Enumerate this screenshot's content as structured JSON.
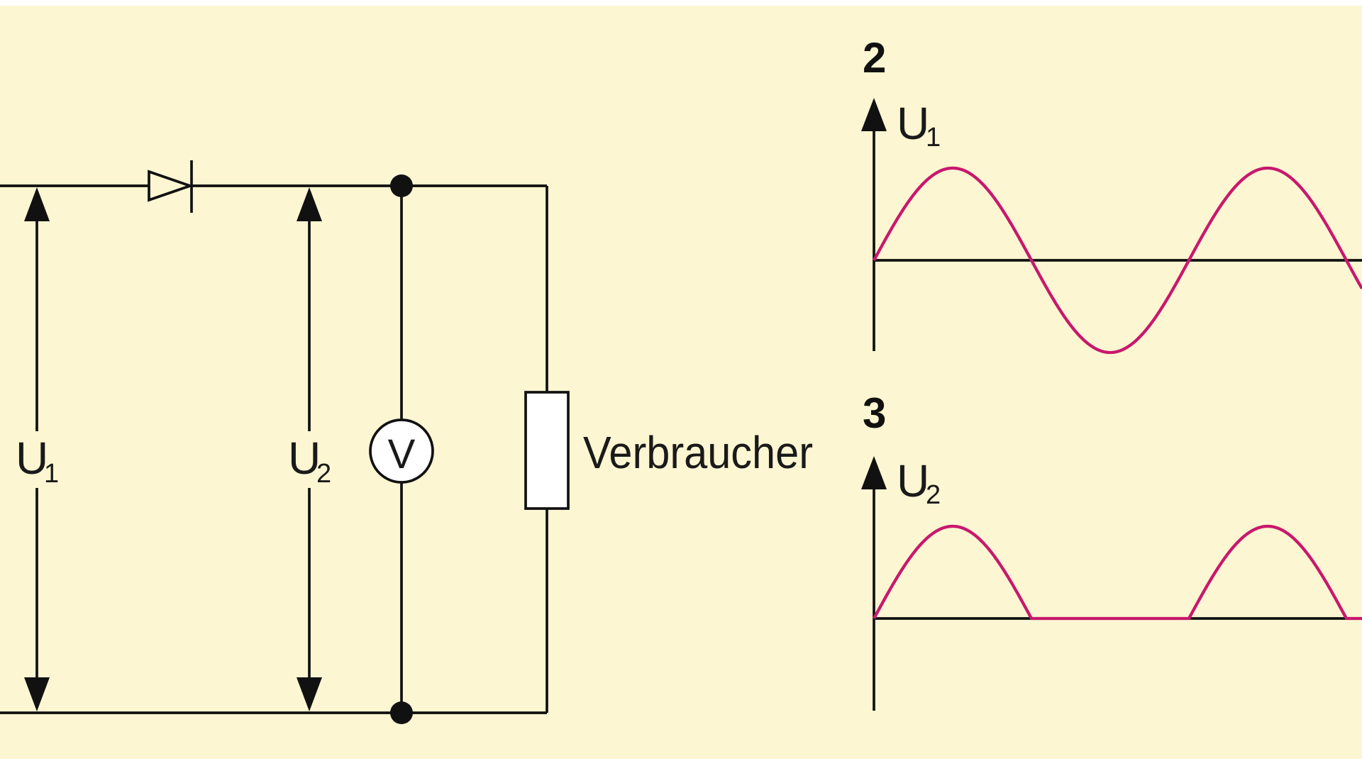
{
  "circuit": {
    "u1_label": "U",
    "u1_sub": "1",
    "u2_label": "U",
    "u2_sub": "2",
    "meter_symbol": "V",
    "load_label": "Verbraucher"
  },
  "graphs": [
    {
      "number": "2",
      "axis_label": "U",
      "axis_sub": "1",
      "waveform": "sine"
    },
    {
      "number": "3",
      "axis_label": "U",
      "axis_sub": "2",
      "waveform": "half-wave rectified sine"
    }
  ],
  "colors": {
    "background": "#fdf6d2",
    "wire": "#111111",
    "waveform": "#c8186e"
  }
}
